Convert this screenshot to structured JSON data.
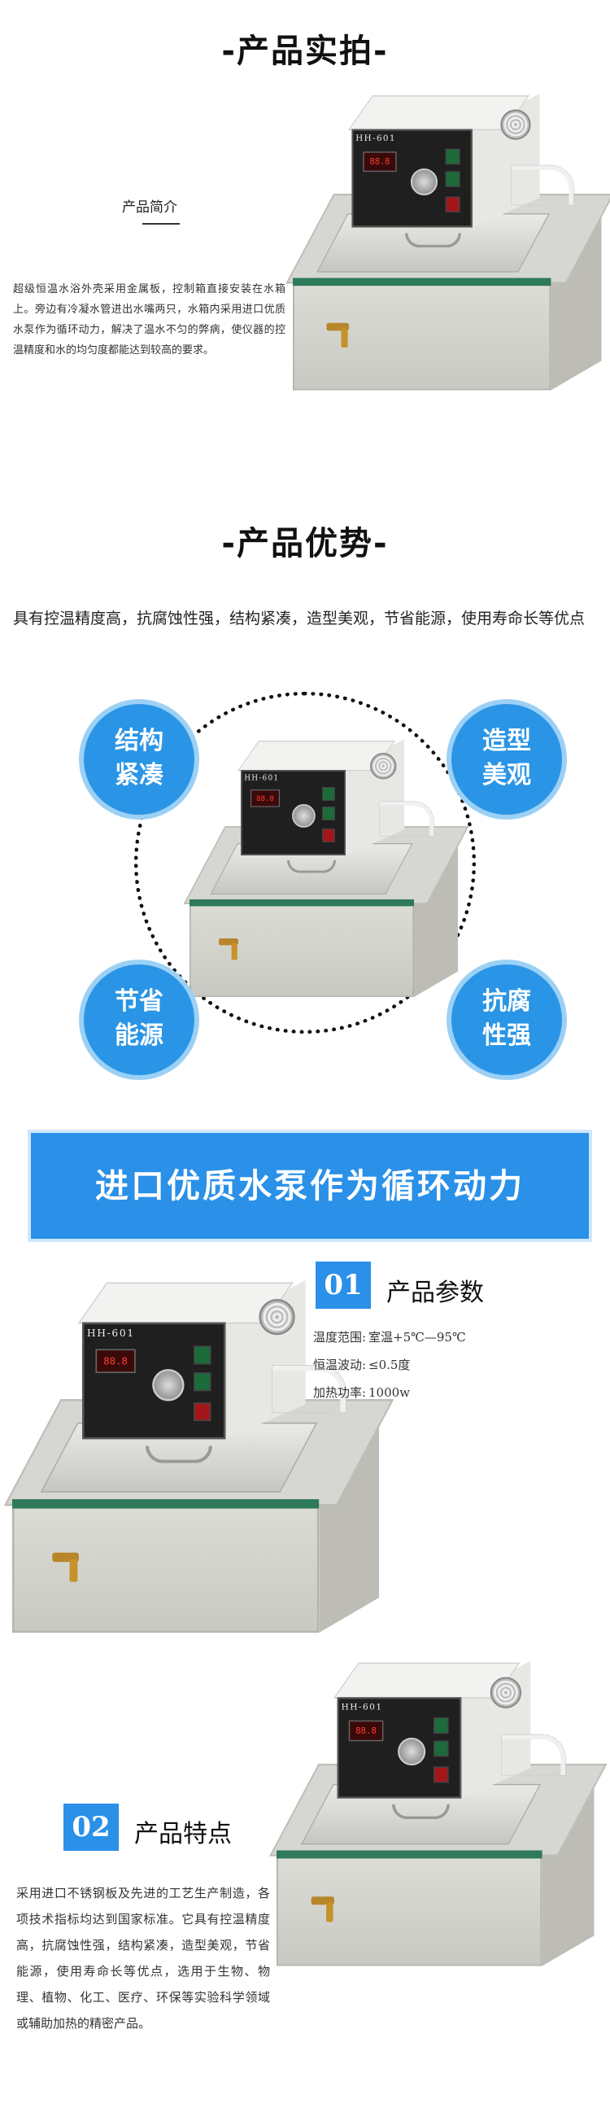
{
  "section1": {
    "title": "-产品实拍-",
    "intro_label": "产品简介",
    "intro_text": "超级恒温水浴外壳采用金属板，控制箱直接安装在水箱上。旁边有冷凝水管进出水嘴两只，水箱内采用进口优质水泵作为循环动力，解决了温水不匀的弊病，使仪器的控温精度和水的均匀度都能达到较高的要求。"
  },
  "device": {
    "model": "HH-601",
    "display_value": "88.8"
  },
  "section2": {
    "title": "-产品优势-",
    "text": "具有控温精度高，抗腐蚀性强，结构紧凑，造型美观，节省能源，使用寿命长等优点",
    "badges": {
      "top_left": [
        "结构",
        "紧凑"
      ],
      "top_right": [
        "造型",
        "美观"
      ],
      "bottom_left": [
        "节省",
        "能源"
      ],
      "bottom_right": [
        "抗腐",
        "性强"
      ]
    }
  },
  "section3": {
    "banner": "进口优质水泵作为循环动力",
    "params": {
      "number": "01",
      "title": "产品参数",
      "rows": [
        {
          "key": "温度范围:",
          "value": "室温+5℃—95℃"
        },
        {
          "key": "恒温波动:",
          "value": "≤0.5度"
        },
        {
          "key": "加热功率:",
          "value": "1000w"
        }
      ]
    },
    "features": {
      "number": "02",
      "title": "产品特点",
      "text": "采用进口不锈钢板及先进的工艺生产制造，各项技术指标均达到国家标准。它具有控温精度高，抗腐蚀性强，结构紧凑，造型美观，节省能源，使用寿命长等优点，选用于生物、物理、植物、化工、医疗、环保等实验科学领域或辅助加热的精密产品。"
    }
  },
  "colors": {
    "accent_blue": "#2a90e8",
    "tank_green": "#2f7a5a"
  }
}
